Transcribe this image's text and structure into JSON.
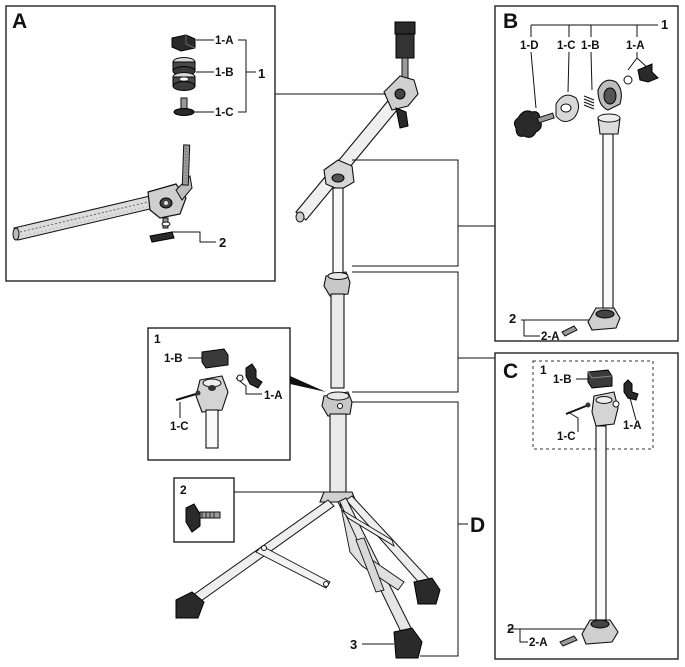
{
  "panels": {
    "A": {
      "letter": "A",
      "labels": {
        "p1a": "1-A",
        "p1b": "1-B",
        "p1c": "1-C",
        "p1": "1",
        "p2": "2"
      }
    },
    "B": {
      "letter": "B",
      "labels": {
        "p1": "1",
        "p1d": "1-D",
        "p1c": "1-C",
        "p1b": "1-B",
        "p1a": "1-A",
        "p2": "2",
        "p2a": "2-A"
      }
    },
    "C": {
      "letter": "C",
      "labels": {
        "p1": "1",
        "p1b": "1-B",
        "p1c": "1-C",
        "p1a": "1-A",
        "p2": "2",
        "p2a": "2-A"
      }
    },
    "D": {
      "letter": "D"
    },
    "inset1": {
      "labels": {
        "p1": "1",
        "p1b": "1-B",
        "p1a": "1-A",
        "p1c": "1-C"
      }
    },
    "inset2": {
      "labels": {
        "p2": "2"
      }
    }
  },
  "main": {
    "label3": "3"
  }
}
